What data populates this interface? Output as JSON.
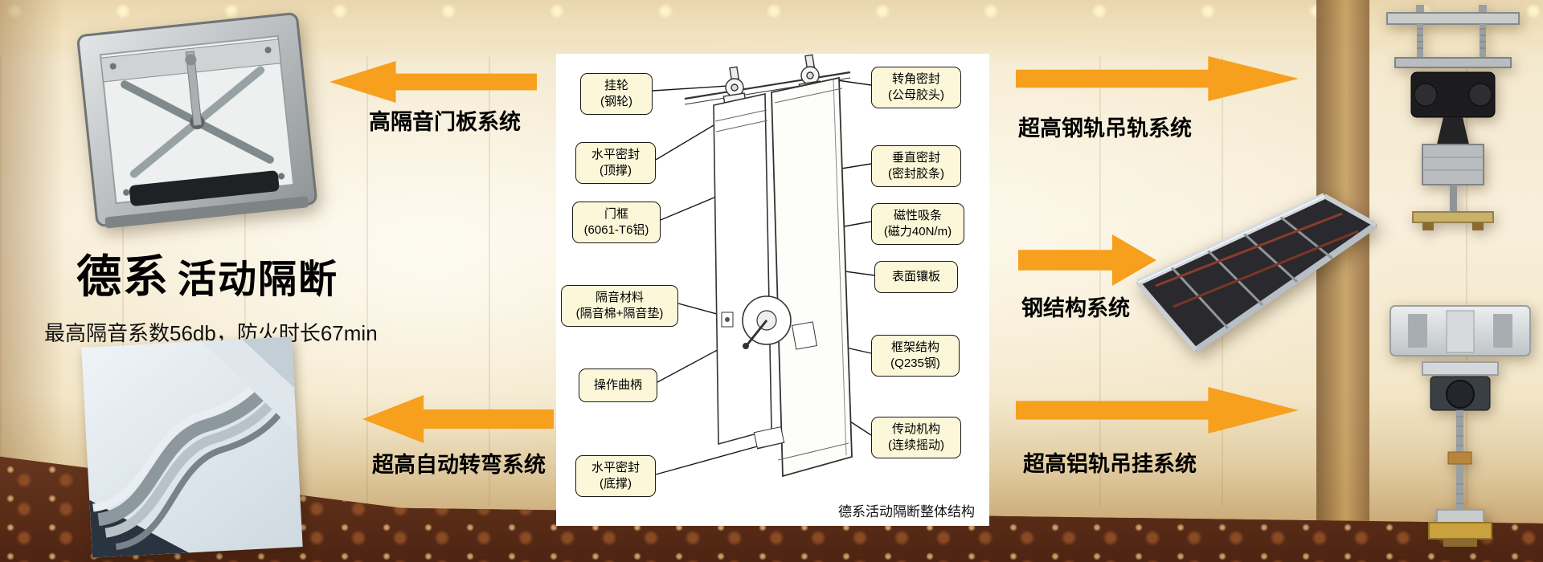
{
  "brand": {
    "title_primary": "德系",
    "title_secondary": "活动隔断",
    "subtitle": "最高隔音系数56db，防火时长67min"
  },
  "system_labels": {
    "door_panel": "高隔音门板系统",
    "auto_turn": "超高自动转弯系统",
    "steel_rail": "超高钢轨吊轨系统",
    "steel_structure": "钢结构系统",
    "alu_rail": "超高铝轨吊挂系统"
  },
  "diagram": {
    "caption": "德系活动隔断整体结构",
    "callouts_left": [
      {
        "line1": "挂轮",
        "line2": "(钢轮)"
      },
      {
        "line1": "水平密封",
        "line2": "(顶撑)"
      },
      {
        "line1": "门框",
        "line2": "(6061-T6铝)"
      },
      {
        "line1": "隔音材料",
        "line2": "(隔音棉+隔音垫)"
      },
      {
        "line1": "操作曲柄",
        "line2": ""
      },
      {
        "line1": "水平密封",
        "line2": "(底撑)"
      }
    ],
    "callouts_right": [
      {
        "line1": "转角密封",
        "line2": "(公母胶头)"
      },
      {
        "line1": "垂直密封",
        "line2": "(密封胶条)"
      },
      {
        "line1": "磁性吸条",
        "line2": "(磁力40N/m)"
      },
      {
        "line1": "表面镶板",
        "line2": ""
      },
      {
        "line1": "框架结构",
        "line2": "(Q235钢)"
      },
      {
        "line1": "传动机构",
        "line2": "(连续摇动)"
      }
    ]
  },
  "colors": {
    "arrow": "#F6A01E",
    "callout_bg": "#FBF7D8",
    "text": "#000000"
  }
}
